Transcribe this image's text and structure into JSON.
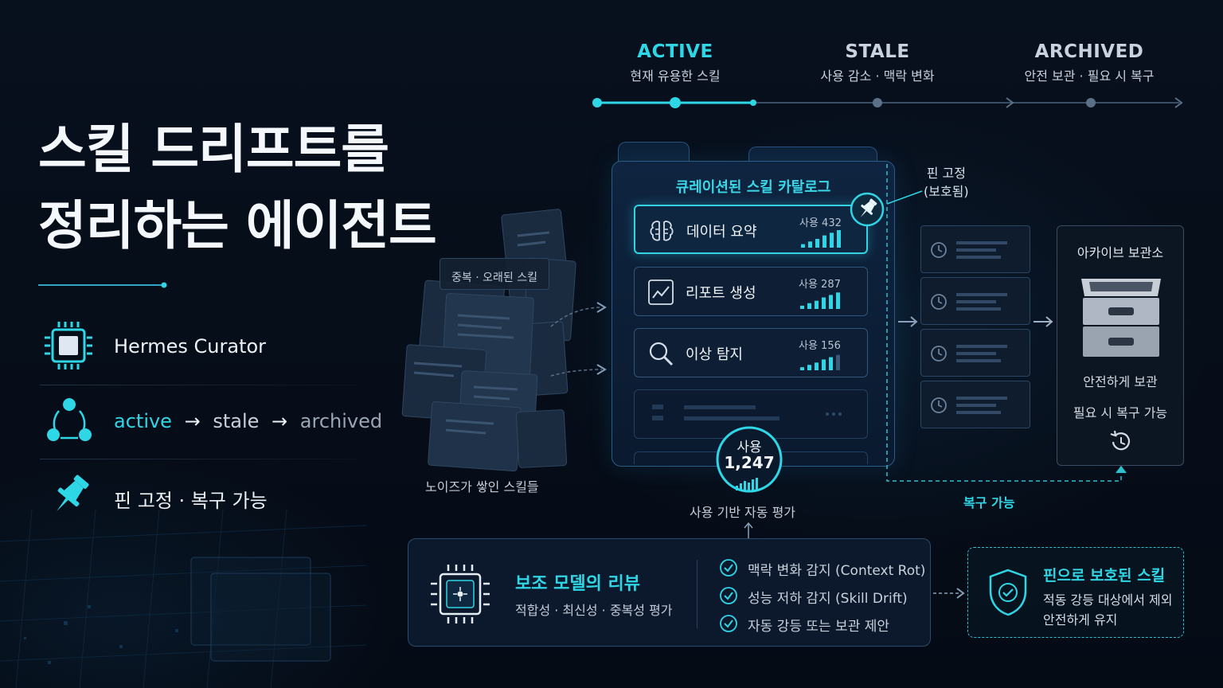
{
  "timeline": {
    "stages": [
      {
        "title": "ACTIVE",
        "subtitle": "현재 유용한 스킬",
        "color": "#2fd6e6"
      },
      {
        "title": "STALE",
        "subtitle": "사용 감소 · 맥락 변화",
        "color": "#c9d2de"
      },
      {
        "title": "ARCHIVED",
        "subtitle": "안전 보관 · 필요 시 복구",
        "color": "#c9d2de"
      }
    ]
  },
  "hero": {
    "title_line1": "스킬 드리프트를",
    "title_line2": "정리하는 에이전트"
  },
  "features": {
    "curator": "Hermes Curator",
    "lifecycle_active": "active",
    "lifecycle_arrow": "→",
    "lifecycle_stale": "stale",
    "lifecycle_archived": "archived",
    "pin": "핀 고정 · 복구 가능"
  },
  "noise": {
    "top_label": "중복 · 오래된 스킬",
    "bottom_label": "노이즈가 쌓인 스킬들"
  },
  "catalog": {
    "title": "큐레이션된 스킬 카탈로그",
    "skills": [
      {
        "name": "데이터 요약",
        "usage": "사용 432",
        "icon": "brain-icon",
        "level": 1.0
      },
      {
        "name": "리포트 생성",
        "usage": "사용 287",
        "icon": "line-chart-icon",
        "level": 0.85
      },
      {
        "name": "이상 탐지",
        "usage": "사용 156",
        "icon": "search-icon",
        "level": 0.7
      }
    ],
    "pin_label_line1": "핀 고정",
    "pin_label_line2": "(보호됨)"
  },
  "usage_gauge": {
    "label": "사용",
    "value": "1,247",
    "caption": "사용 기반 자동 평가"
  },
  "archive": {
    "title": "아카이브 보관소",
    "line1": "안전하게 보관",
    "line2": "필요 시 복구 가능"
  },
  "restore_label": "복구 가능",
  "review": {
    "title": "보조 모델의 리뷰",
    "subtitle": "적합성 · 최신성 · 중복성 평가",
    "checks": [
      "맥락 변화 감지 (Context Rot)",
      "성능 저하 감지 (Skill Drift)",
      "자동 강등 또는 보관 제안"
    ]
  },
  "pinned_box": {
    "title": "핀으로 보호된 스킬",
    "line1": "적동 강등 대상에서 제외",
    "line2": "안전하게 유지"
  },
  "colors": {
    "accent": "#2fd6e6",
    "background": "#060c17"
  }
}
